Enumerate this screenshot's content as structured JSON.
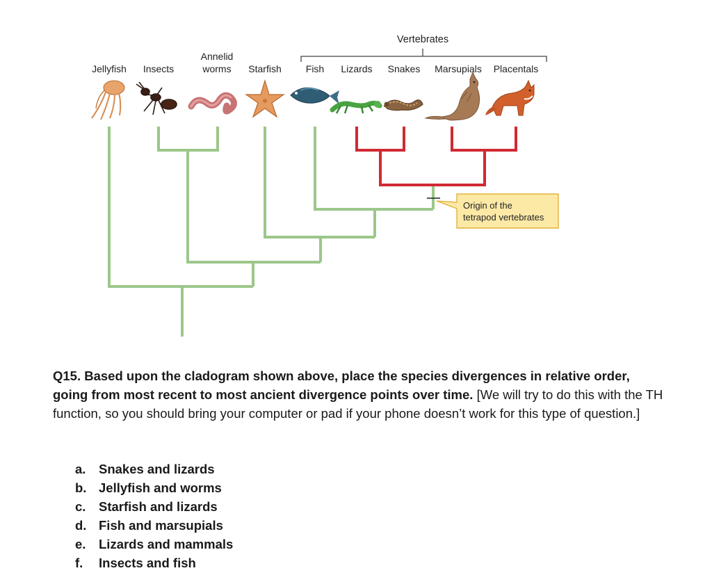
{
  "cladogram": {
    "clade_label": "Vertebrates",
    "taxa": [
      {
        "line1": "",
        "line2": "Jellyfish",
        "icon": "jellyfish-icon"
      },
      {
        "line1": "",
        "line2": "Insects",
        "icon": "ant-icon"
      },
      {
        "line1": "Annelid",
        "line2": "worms",
        "icon": "worm-icon"
      },
      {
        "line1": "",
        "line2": "Starfish",
        "icon": "starfish-icon"
      },
      {
        "line1": "",
        "line2": "Fish",
        "icon": "fish-icon"
      },
      {
        "line1": "",
        "line2": "Lizards",
        "icon": "lizard-icon"
      },
      {
        "line1": "",
        "line2": "Snakes",
        "icon": "snake-icon"
      },
      {
        "line1": "",
        "line2": "Marsupials",
        "icon": "kangaroo-icon"
      },
      {
        "line1": "",
        "line2": "Placentals",
        "icon": "fox-icon"
      }
    ],
    "callout": {
      "line1": "Origin of the",
      "line2": "tetrapod vertebrates"
    },
    "colors": {
      "invertebrate_branch": "#9cc78a",
      "tetrapod_branch": "#d02a33",
      "callout_fill": "#fde9a6",
      "callout_border": "#e2b23c"
    }
  },
  "question": {
    "bold_text": "Q15.  Based upon the cladogram shown above, place the species divergences in relative order, going from most recent to most ancient divergence points over time.",
    "normal_text": " [We will try to do this with the TH function, so you should bring your computer or pad if your phone doesn’t work for this type of question.]"
  },
  "options": [
    {
      "letter": "a.",
      "text": "Snakes and lizards"
    },
    {
      "letter": "b.",
      "text": "Jellyfish and worms"
    },
    {
      "letter": "c.",
      "text": "Starfish and lizards"
    },
    {
      "letter": "d.",
      "text": "Fish and marsupials"
    },
    {
      "letter": "e.",
      "text": "Lizards and mammals"
    },
    {
      "letter": "f.",
      "text": "Insects and fish"
    }
  ]
}
